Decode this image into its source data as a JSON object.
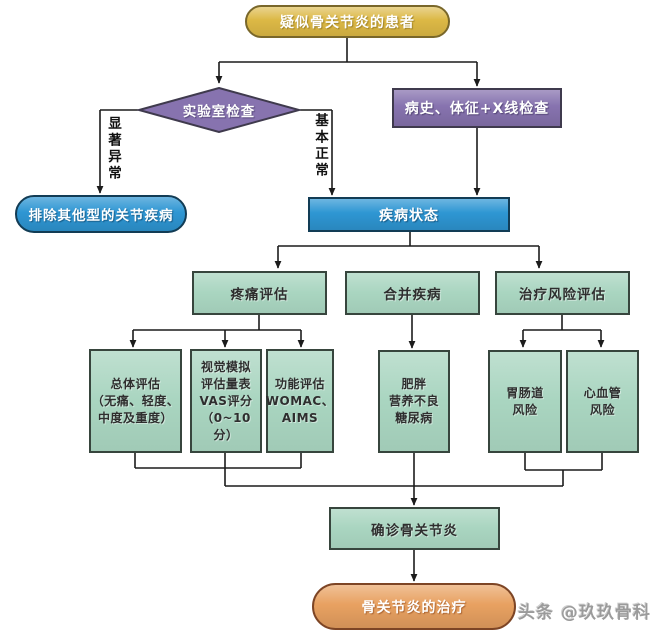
{
  "nodes": {
    "patient": {
      "label": "疑似骨关节炎的患者"
    },
    "lab_test": {
      "label": "实验室检查"
    },
    "history_xray": {
      "label": "病史、体征+X线检查"
    },
    "exclude_other": {
      "label": "排除其他型的关节疾病"
    },
    "disease_state": {
      "label": "疾病状态"
    },
    "pain_assessment": {
      "label": "疼痛评估"
    },
    "comorbidity": {
      "label": "合并疾病"
    },
    "treatment_risk": {
      "label": "治疗风险评估"
    },
    "overall": {
      "lines": [
        "总体评估",
        "（无痛、轻度、",
        "中度及重度）"
      ]
    },
    "vas": {
      "lines": [
        "视觉模拟",
        "评估量表",
        "VAS评分",
        "（0~10分）"
      ]
    },
    "function": {
      "lines": [
        "功能评估",
        "WOMAC、",
        "AIMS"
      ]
    },
    "obesity": {
      "lines": [
        "肥胖",
        "营养不良",
        "糖尿病"
      ]
    },
    "gi_risk": {
      "lines": [
        "胃肠道",
        "风险"
      ]
    },
    "cv_risk": {
      "lines": [
        "心血管",
        "风险"
      ]
    },
    "confirm": {
      "label": "确诊骨关节炎"
    },
    "treatment": {
      "label": "骨关节炎的治疗"
    }
  },
  "edge_labels": {
    "significant_abnormal": "显著异常",
    "basically_normal": "基本正常"
  },
  "watermark": {
    "text": "头条 @玖玖骨科"
  },
  "colors": {
    "start_fill": "#dcb845",
    "start_border": "#79672a",
    "decision_fill": "#8773af",
    "decision_border": "#3f3a4d",
    "process_fill": "#2e96d3",
    "process_border": "#123c55",
    "assess_fill": "#a9d5c0",
    "assess_border": "#37453d",
    "end_fill": "#e8a161",
    "end_border": "#7d4525",
    "line": "#1c1c1c",
    "edge_label": "#111111",
    "watermark": "#9b9b9b"
  }
}
